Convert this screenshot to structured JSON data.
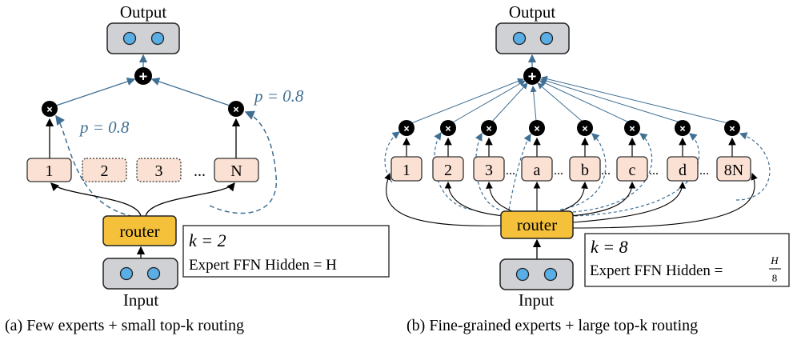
{
  "left": {
    "output_label": "Output",
    "input_label": "Input",
    "router_label": "router",
    "prob_top": "p = 0.8",
    "prob_left": "p = 0.8",
    "experts": [
      "1",
      "2",
      "3",
      "N"
    ],
    "ellipsis": "...",
    "info_k": "k = 2",
    "info_hidden": "Expert FFN Hidden = H",
    "caption": "(a) Few experts + small top-k routing"
  },
  "right": {
    "output_label": "Output",
    "input_label": "Input",
    "router_label": "router",
    "experts": [
      "1",
      "2",
      "3",
      "a",
      "b",
      "c",
      "d",
      "8N"
    ],
    "ellipsis": "...",
    "info_k": "k = 8",
    "info_hidden": "Expert FFN Hidden =",
    "info_frac_num": "H",
    "info_frac_den": "8",
    "caption": "(b) Fine-grained experts + large top-k routing"
  },
  "colors": {
    "router": "#f5c13a",
    "expert": "#fbe1d4",
    "token_box": "#cfd1d4",
    "token_dot": "#5aaee6",
    "arrow_blue": "#3f6f93",
    "text_blue": "#3f6f93"
  }
}
